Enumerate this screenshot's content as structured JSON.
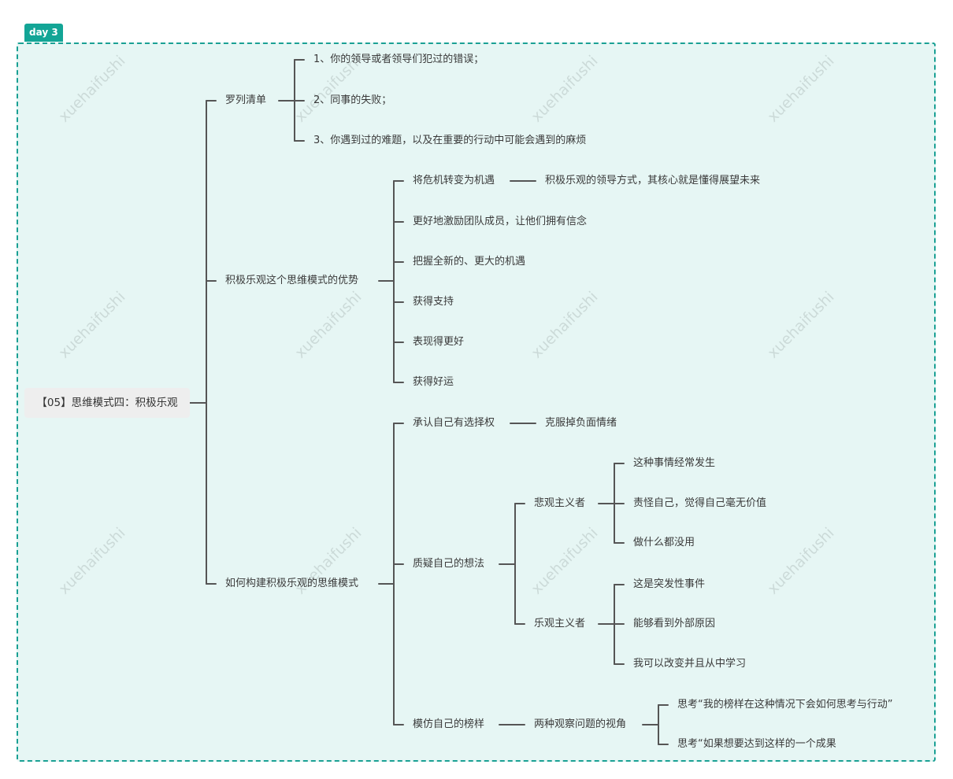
{
  "tag": "day 3",
  "root": "【05】思维模式四：积极乐观",
  "watermark": "xuehaifushi",
  "nodes": {
    "b1": "罗列清单",
    "b1_1": "1、你的领导或者领导们犯过的错误；",
    "b1_2": "2、同事的失败；",
    "b1_3": "3、你遇到过的难题，以及在重要的行动中可能会遇到的麻烦",
    "b2": "积极乐观这个思维模式的优势",
    "b2_1": "将危机转变为机遇",
    "b2_1a": "积极乐观的领导方式，其核心就是懂得展望未来",
    "b2_2": "更好地激励团队成员，让他们拥有信念",
    "b2_3": "把握全新的、更大的机遇",
    "b2_4": "获得支持",
    "b2_5": "表现得更好",
    "b2_6": "获得好运",
    "b3": "如何构建积极乐观的思维模式",
    "b3_1": "承认自己有选择权",
    "b3_1a": "克服掉负面情绪",
    "b3_2": "质疑自己的想法",
    "b3_2a": "悲观主义者",
    "b3_2a1": "这种事情经常发生",
    "b3_2a2": "责怪自己，觉得自己毫无价值",
    "b3_2a3": "做什么都没用",
    "b3_2b": "乐观主义者",
    "b3_2b1": "这是突发性事件",
    "b3_2b2": "能够看到外部原因",
    "b3_2b3": "我可以改变并且从中学习",
    "b3_3": "模仿自己的榜样",
    "b3_3a": "两种观察问题的视角",
    "b3_3a1": "思考“我的榜样在这种情况下会如何思考与行动”",
    "b3_3a2": "思考“如果想要达到这样的一个成果"
  }
}
